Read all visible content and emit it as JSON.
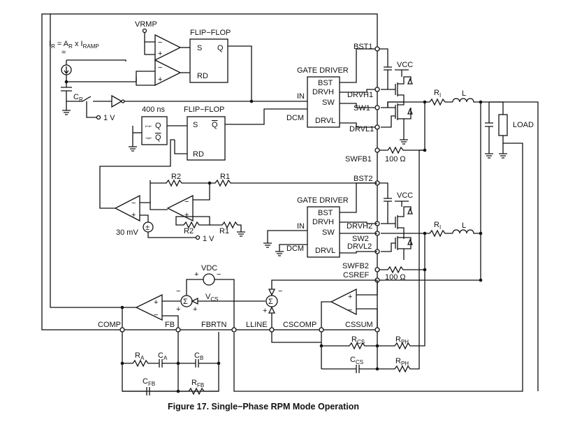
{
  "figure": {
    "caption": "Figure 17. Single−Phase RPM Mode Operation"
  },
  "labels": {
    "vrmp": "VRMP",
    "flipflop_1": "FLIP−FLOP",
    "flipflop_2": "FLIP−FLOP",
    "s1": "S",
    "q1": "Q",
    "rd1": "RD",
    "s2": "S",
    "qbar2": "Q",
    "rd2": "RD",
    "ir_eq_main": "I",
    "ir_eq_sub1": "R",
    "ir_eq_mid": " = A",
    "ir_eq_sub2": "R",
    "ir_eq_mid2": " x I",
    "ir_eq_sub3": "RAMP",
    "cr": "C",
    "cr_sub": "R",
    "one_volt_1": "1 V",
    "one_volt_2": "1 V",
    "ns400": "400 ns",
    "gate_driver_1": "GATE DRIVER",
    "gate_driver_2": "GATE DRIVER",
    "bst_a": "BST",
    "drvh_a": "DRVH",
    "sw_a": "SW",
    "drvl_a": "DRVL",
    "bst_b": "BST",
    "drvh_b": "DRVH",
    "sw_b": "SW",
    "drvl_b": "DRVL",
    "in_1": "IN",
    "dcm_1": "DCM",
    "in_2": "IN",
    "dcm_2": "DCM",
    "bst1": "BST1",
    "drvh1": "DRVH1",
    "sw1": "SW1",
    "drvl1": "DRVL1",
    "swfb1": "SWFB1",
    "bst2": "BST2",
    "drvh2": "DRVH2",
    "sw2": "SW2",
    "drvl2": "DRVL2",
    "swfb2": "SWFB2",
    "csref": "CSREF",
    "vcc_1": "VCC",
    "vcc_2": "VCC",
    "ri_1": "R",
    "ri_1_sub": "I",
    "ri_2": "R",
    "ri_2_sub": "I",
    "l_1": "L",
    "l_2": "L",
    "load": "LOAD",
    "ohm100_1": "100 Ω",
    "ohm100_2": "100 Ω",
    "r2_a": "R2",
    "r1_a": "R1",
    "r2_b": "R2",
    "r1_b": "R1",
    "mv30": "30 mV",
    "vdc": "VDC",
    "vcs": "V",
    "vcs_sub": "CS",
    "comp": "COMP",
    "fb": "FB",
    "fbrtn": "FBRTN",
    "lline": "LLINE",
    "cscomp": "CSCOMP",
    "cssum": "CSSUM",
    "rcs": "R",
    "rcs_sub": "CS",
    "ccs": "C",
    "ccs_sub": "CS",
    "rph_1": "R",
    "rph_1_sub": "PH",
    "rph_2": "R",
    "rph_2_sub": "PH",
    "ra": "R",
    "ra_sub": "A",
    "ca": "C",
    "ca_sub": "A",
    "cb": "C",
    "cb_sub": "B",
    "cfb": "C",
    "cfb_sub": "FB",
    "rfb": "R",
    "rfb_sub": "FB",
    "plus": "+",
    "minus": "−",
    "sigma": "Σ"
  }
}
